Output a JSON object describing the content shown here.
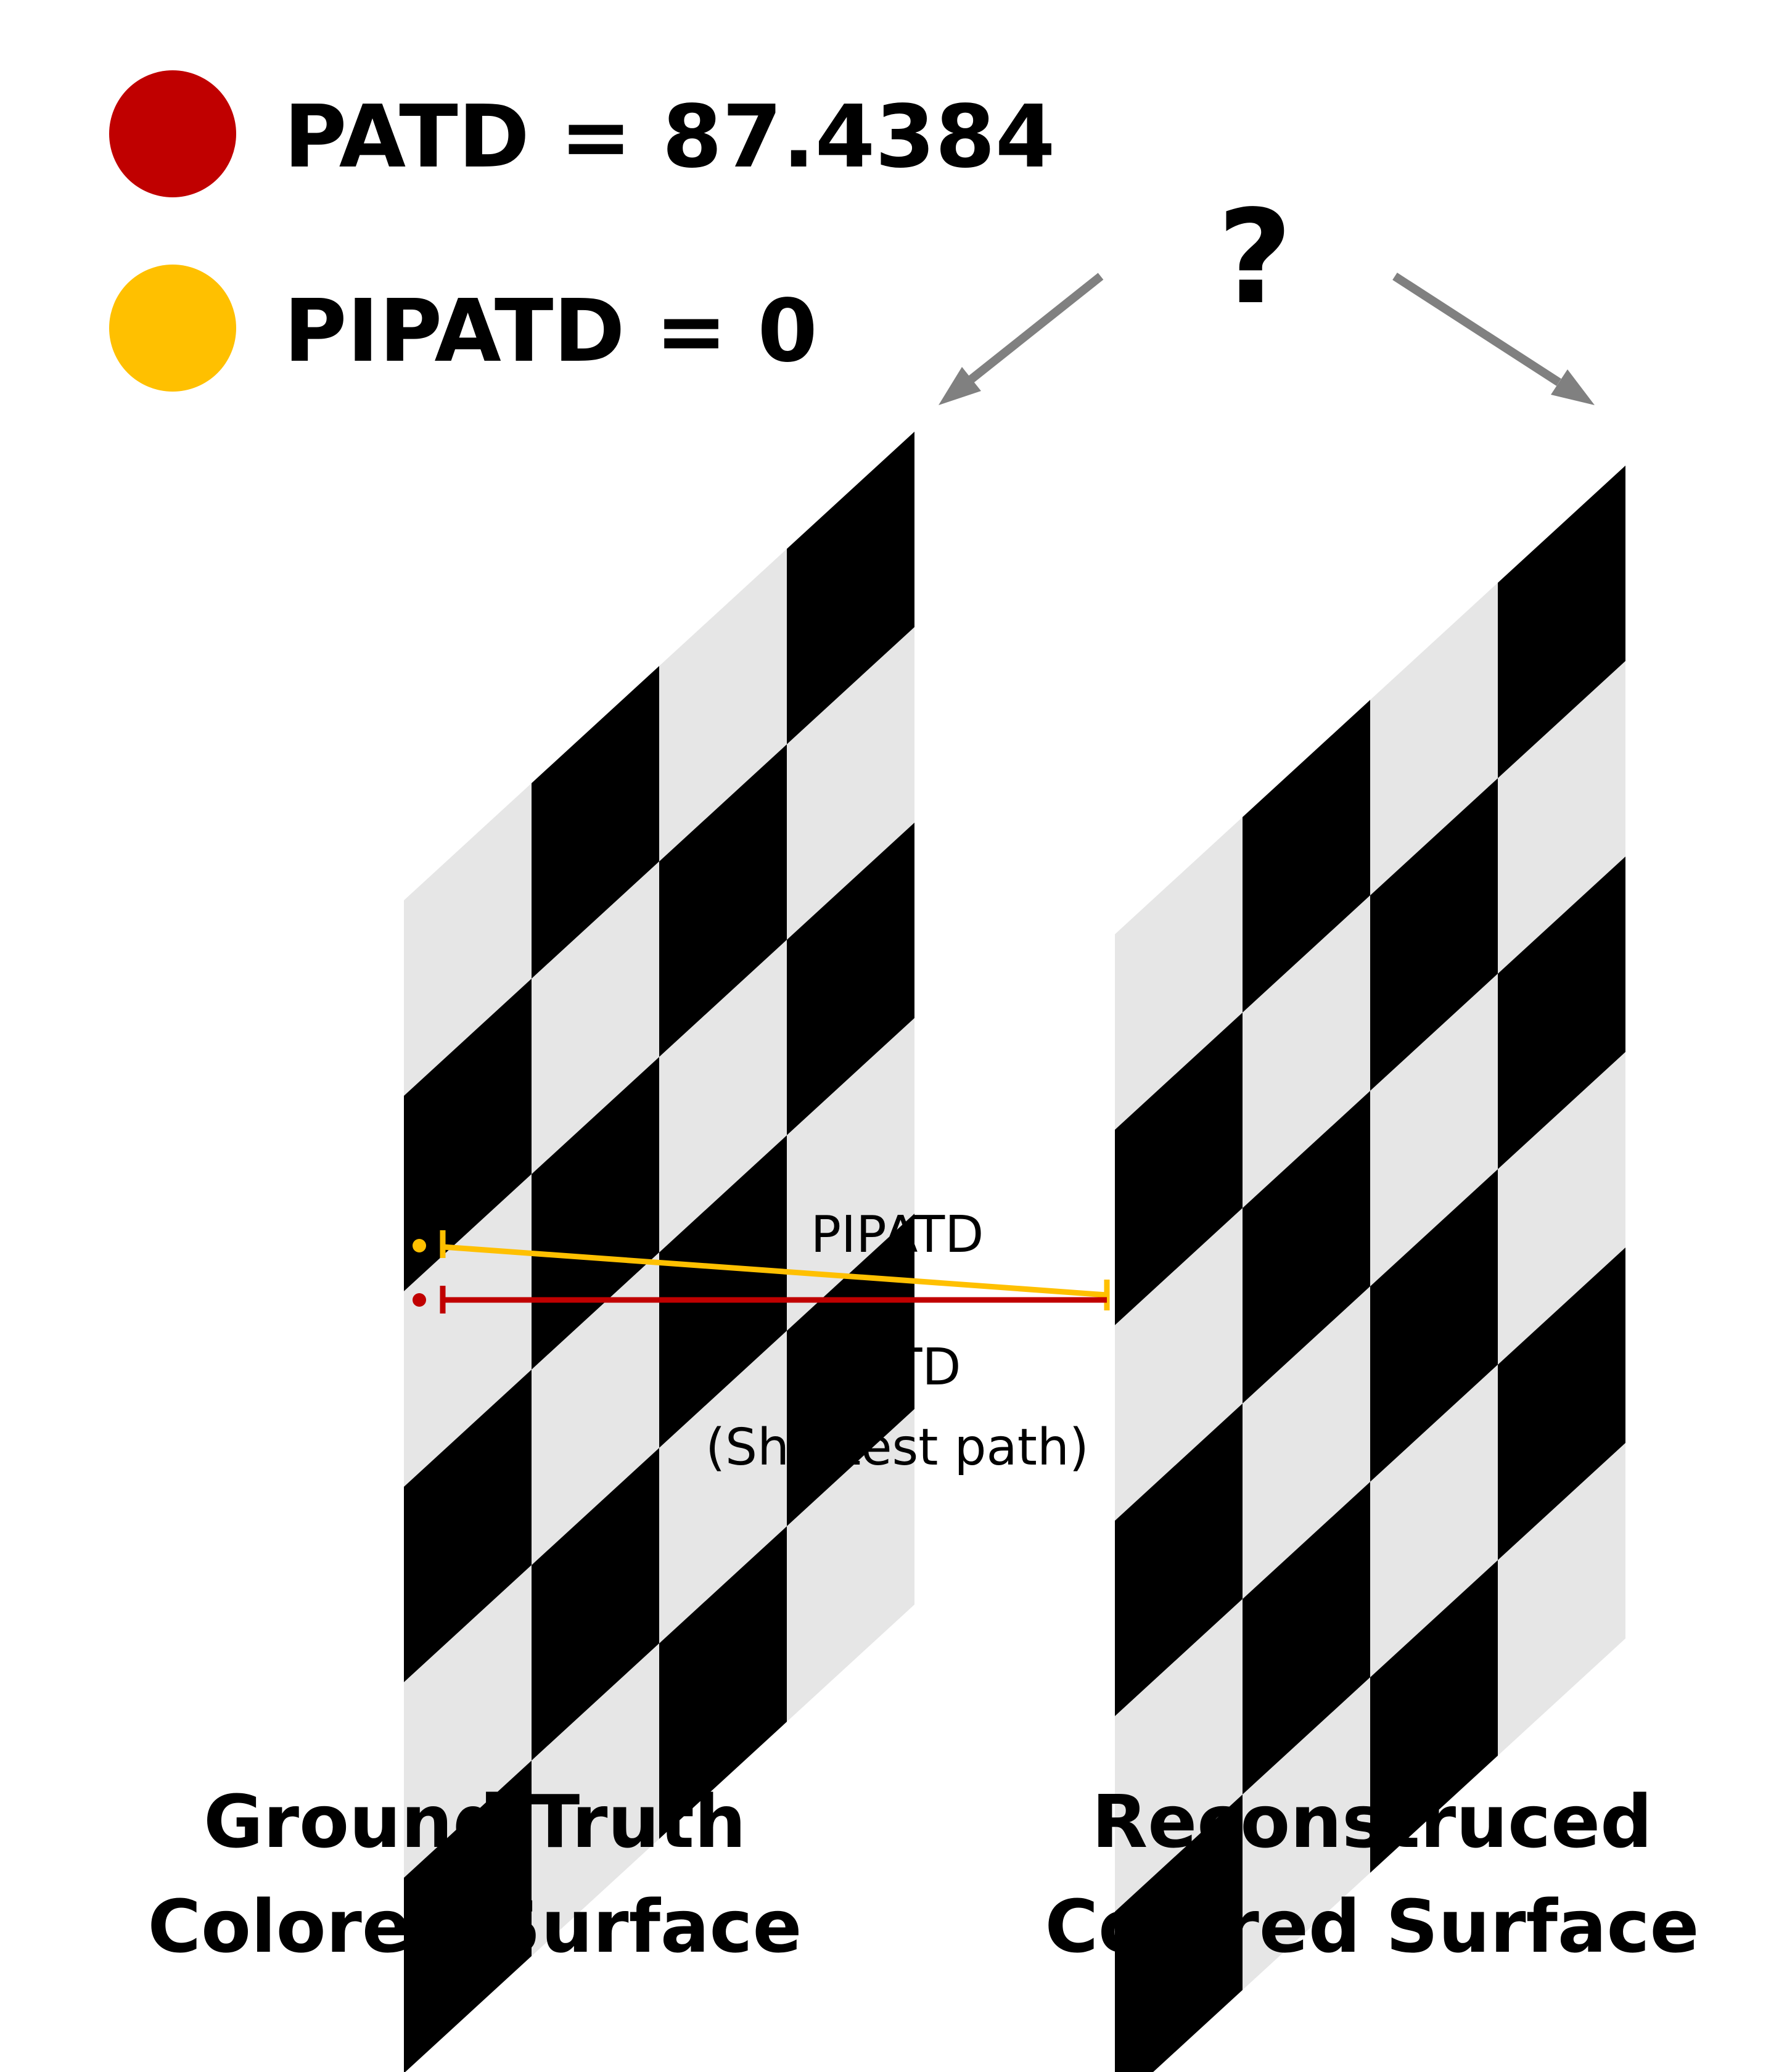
{
  "legend": {
    "patd": {
      "text": "PATD = 87.4384",
      "color": "#C00000"
    },
    "pipatd": {
      "text": "PIPATD = 0",
      "color": "#FFC000"
    }
  },
  "question_mark": "?",
  "path_labels": {
    "pipatd": "PIPATD",
    "patd_line1": "PATD",
    "patd_line2": "(Shortest path)"
  },
  "surfaces": {
    "ground_truth": {
      "caption_line1": "Ground Truth",
      "caption_line2": "Colored Surface"
    },
    "reconstructed": {
      "caption_line1": "Reconstruced",
      "caption_line2": "Colored Surface"
    }
  },
  "colors": {
    "checker_dark": "#000000",
    "checker_light": "#E6E6E6",
    "arrow": "#808080"
  }
}
